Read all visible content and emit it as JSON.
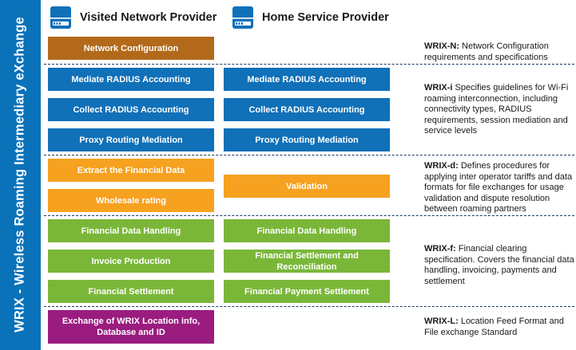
{
  "sidebar": {
    "title": "WRIX - Wireless Roaming Intermediary eXchange"
  },
  "columns": {
    "left": {
      "label": "Visited Network Provider",
      "icon": "server-icon"
    },
    "right": {
      "label": "Home Service Provider",
      "icon": "server-icon"
    }
  },
  "colors": {
    "brand_blue": "#0a72b9",
    "brown": "#b26a1a",
    "blue": "#1070b8",
    "orange": "#f6a11f",
    "green": "#7ab739",
    "purple": "#9a1c7f"
  },
  "sections": {
    "n": {
      "left": [
        "Network Configuration"
      ],
      "right": [],
      "desc_key": "WRIX-N:",
      "desc_text": " Network Configuration requirements and specifications"
    },
    "i": {
      "left": [
        "Mediate RADIUS Accounting",
        "Collect RADIUS Accounting",
        "Proxy Routing Mediation"
      ],
      "right": [
        "Mediate RADIUS Accounting",
        "Collect RADIUS Accounting",
        "Proxy Routing Mediation"
      ],
      "desc_key": "WRIX-i",
      "desc_text": " Specifies guidelines for Wi-Fi roaming interconnection, including connectivity types, RADIUS requirements, session mediation and service levels"
    },
    "d": {
      "left": [
        "Extract the Financial Data",
        "Wholesale rating"
      ],
      "right": [
        "Validation"
      ],
      "desc_key": "WRIX-d:",
      "desc_text": " Defines procedures for applying inter operator tariffs and data formats for file exchanges for usage validation and dispute resolution between roaming partners"
    },
    "f": {
      "left": [
        "Financial Data Handling",
        "Invoice Production",
        "Financial Settlement"
      ],
      "right": [
        "Financial Data Handling",
        "Financial Settlement and Reconciliation",
        "Financial Payment Settlement"
      ],
      "desc_key": "WRIX-f:",
      "desc_text": " Financial clearing specification. Covers the financial data handling, invoicing, payments and settlement"
    },
    "l": {
      "left": [
        "Exchange of WRIX Location info, Database and ID"
      ],
      "right": [],
      "desc_key": "WRIX-L:",
      "desc_text": " Location Feed Format and File exchange Standard"
    }
  }
}
